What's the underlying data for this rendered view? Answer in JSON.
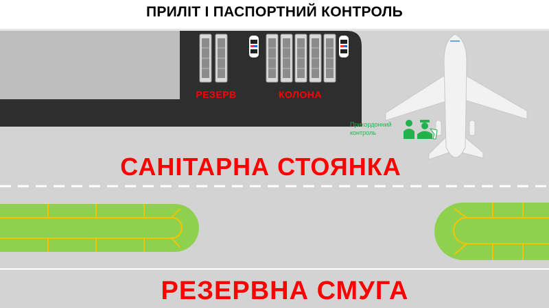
{
  "title": "ПРИЛІТ І ПАСПОРТНИЙ КОНТРОЛЬ",
  "labels": {
    "reserve": "РЕЗЕРВ",
    "column": "КОЛОНА",
    "sanitary_parking": "САНІТАРНА СТОЯНКА",
    "reserve_lane": "РЕЗЕРВНА СМУГА",
    "border_control_line1": "Прикордонний",
    "border_control_line2": "контроль"
  },
  "icons": {
    "airplane": "airplane-icon",
    "bus": "bus-icon",
    "police_car": "police-car-icon",
    "border_guard": "border-guard-icon"
  },
  "vehicles": {
    "reserve_buses": 2,
    "column_buses": 5,
    "escort_cars": 2
  },
  "colors": {
    "apron": "#d3d3d3",
    "parking_area": "#2e2e2e",
    "label_red": "#ff0000",
    "grass": "#8fd14f",
    "yellow_marking": "#f5c400",
    "border_control_green": "#22b14c"
  }
}
